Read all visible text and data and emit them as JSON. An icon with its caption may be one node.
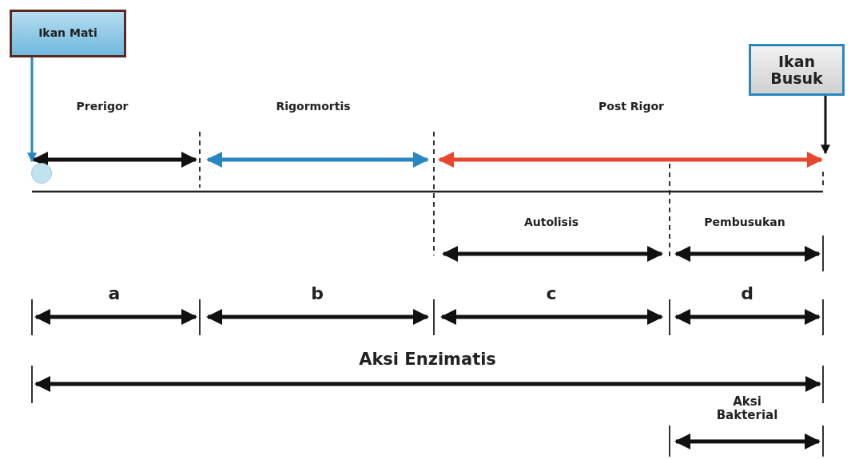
{
  "diagram": {
    "nodes": [
      {
        "text": [
          "Ikan Mati"
        ]
      },
      {
        "text": [
          "Ikan Busuk"
        ]
      },
      {
        "text": [],
        "shape": "circle"
      }
    ],
    "edges": [
      {
        "from": 0,
        "to": 2,
        "arrow": "to",
        "color": "#2a86c0"
      },
      {
        "from": 1,
        "to": null,
        "arrow": "to",
        "color": "#111111"
      }
    ],
    "labels": [
      "Prerigor",
      "Rigormortis",
      "Post Rigor",
      "Autolisis",
      "Pembusukan",
      "a",
      "b",
      "c",
      "d",
      "Aksi Enzimatis",
      "Aksi Bakterial"
    ]
  }
}
